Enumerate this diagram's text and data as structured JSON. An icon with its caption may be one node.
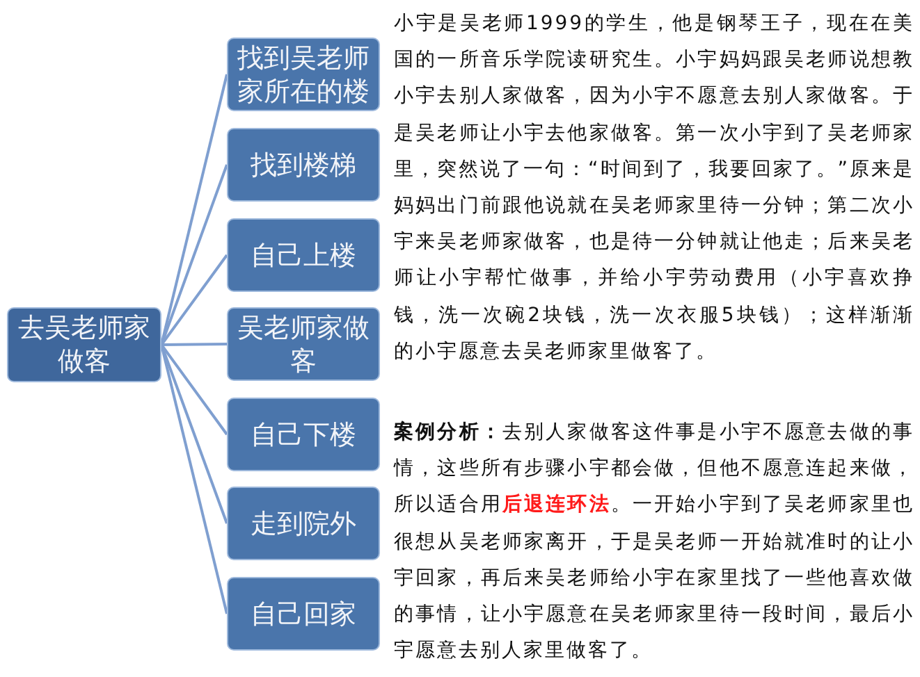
{
  "diagram": {
    "nodes": [
      {
        "text": [
          "去吴老师家做客"
        ]
      },
      {
        "text": [
          "找到吴老师家所在的楼"
        ]
      },
      {
        "text": [
          "找到楼梯"
        ]
      },
      {
        "text": [
          "自己上楼"
        ]
      },
      {
        "text": [
          "吴老师家做客"
        ]
      },
      {
        "text": [
          "自己下楼"
        ]
      },
      {
        "text": [
          "走到院外"
        ]
      },
      {
        "text": [
          "自己回家"
        ]
      }
    ],
    "edges": [
      {
        "from": 0,
        "to": 1,
        "arrow": "none"
      },
      {
        "from": 0,
        "to": 2,
        "arrow": "none"
      },
      {
        "from": 0,
        "to": 3,
        "arrow": "none"
      },
      {
        "from": 0,
        "to": 4,
        "arrow": "none"
      },
      {
        "from": 0,
        "to": 5,
        "arrow": "none"
      },
      {
        "from": 0,
        "to": 6,
        "arrow": "none"
      },
      {
        "from": 0,
        "to": 7,
        "arrow": "none"
      }
    ],
    "labels": [
      "小宇是吴老师1999的学生，他是钢琴王子，现在在美国的一所音乐学院读研究生。小宇妈妈跟吴老师说想教小宇去别人家做客，因为小宇不愿意去别人家做客。于是吴老师让小宇去他家做客。第一次小宇到了吴老师家里，突然说了一句：“时间到了，我要回家了。”原来是妈妈出门前跟他说就在吴老师家里待一分钟；第二次小宇来吴老师家做客，也是待一分钟就让他走；后来吴老师让小宇帮忙做事，并给小宇劳动费用（小宇喜欢挣钱，洗一次碗2块钱，洗一次衣服5块钱）；这样渐渐的小宇愿意去吴老师家里做客了。",
      "**案例分析：**去别人家做客这件事是小宇不愿意去做的事情，这些所有步骤小宇都会做，但他不愿意连起来做，所以适合用**后退连环法**。一开始小宇到了吴老师家里也很想从吴老师家离开，于是吴老师一开始就准时的让小宇回家，再后来吴老师给小宇在家里找了一些他喜欢做的事情，让小宇愿意在吴老师家里待一段时间，最后小宇愿意去别人家里做客了。"
    ]
  }
}
